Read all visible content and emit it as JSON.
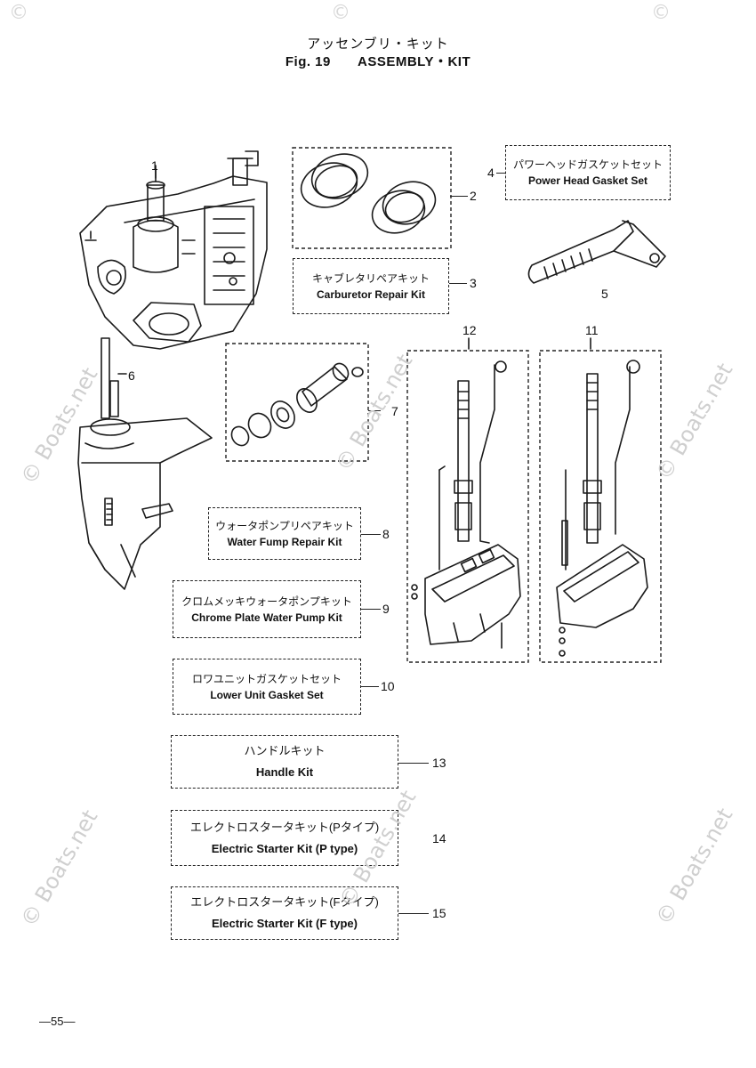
{
  "header": {
    "title_jp": "アッセンブリ・キット",
    "fig_label": "Fig. 19",
    "title_en": "ASSEMBLY・KIT"
  },
  "watermark": {
    "text": "© Boats.net",
    "text_short": "©"
  },
  "kits": [
    {
      "ref": "2",
      "jp": "",
      "en": ""
    },
    {
      "ref": "3",
      "jp": "キャブレタリペアキット",
      "en": "Carburetor Repair Kit"
    },
    {
      "ref": "4",
      "jp": "パワーヘッドガスケットセット",
      "en": "Power Head Gasket Set"
    },
    {
      "ref": "8",
      "jp": "ウォータポンプリペアキット",
      "en": "Water Fump Repair Kit"
    },
    {
      "ref": "9",
      "jp": "クロムメッキウォータポンプキット",
      "en": "Chrome Plate Water Pump Kit"
    },
    {
      "ref": "10",
      "jp": "ロワユニットガスケットセット",
      "en": "Lower Unit Gasket Set"
    },
    {
      "ref": "13",
      "jp": "ハンドルキット",
      "en": "Handle Kit"
    },
    {
      "ref": "14",
      "jp": "エレクトロスタータキット(Pタイプ)",
      "en": "Electric Starter Kit (P type)"
    },
    {
      "ref": "15",
      "jp": "エレクトロスタータキット(Fタイプ)",
      "en": "Electric Starter Kit (F type)"
    }
  ],
  "callouts": {
    "c1": "1",
    "c5": "5",
    "c6": "6",
    "c7": "7",
    "c11": "11",
    "c12": "12"
  },
  "footer": {
    "page": "—55—"
  }
}
